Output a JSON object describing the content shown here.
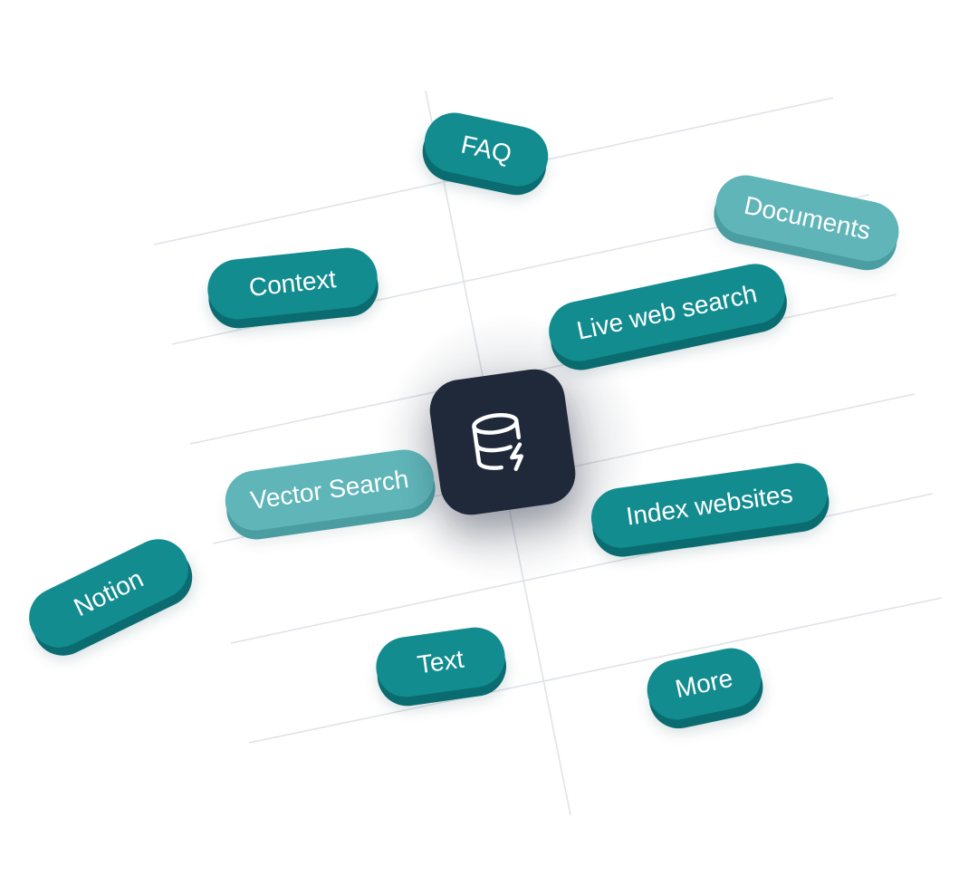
{
  "hub": {
    "icon": "database-bolt-icon",
    "background_color": "#1f293a"
  },
  "colors": {
    "pill_solid": "#138c8f",
    "pill_faded": "#5fb5b8",
    "grid_line": "#d9dde3"
  },
  "tags": {
    "faq": "FAQ",
    "documents": "Documents",
    "context": "Context",
    "live_web_search": "Live web search",
    "vector_search": "Vector Search",
    "index_websites": "Index websites",
    "notion": "Notion",
    "text": "Text",
    "more": "More"
  }
}
